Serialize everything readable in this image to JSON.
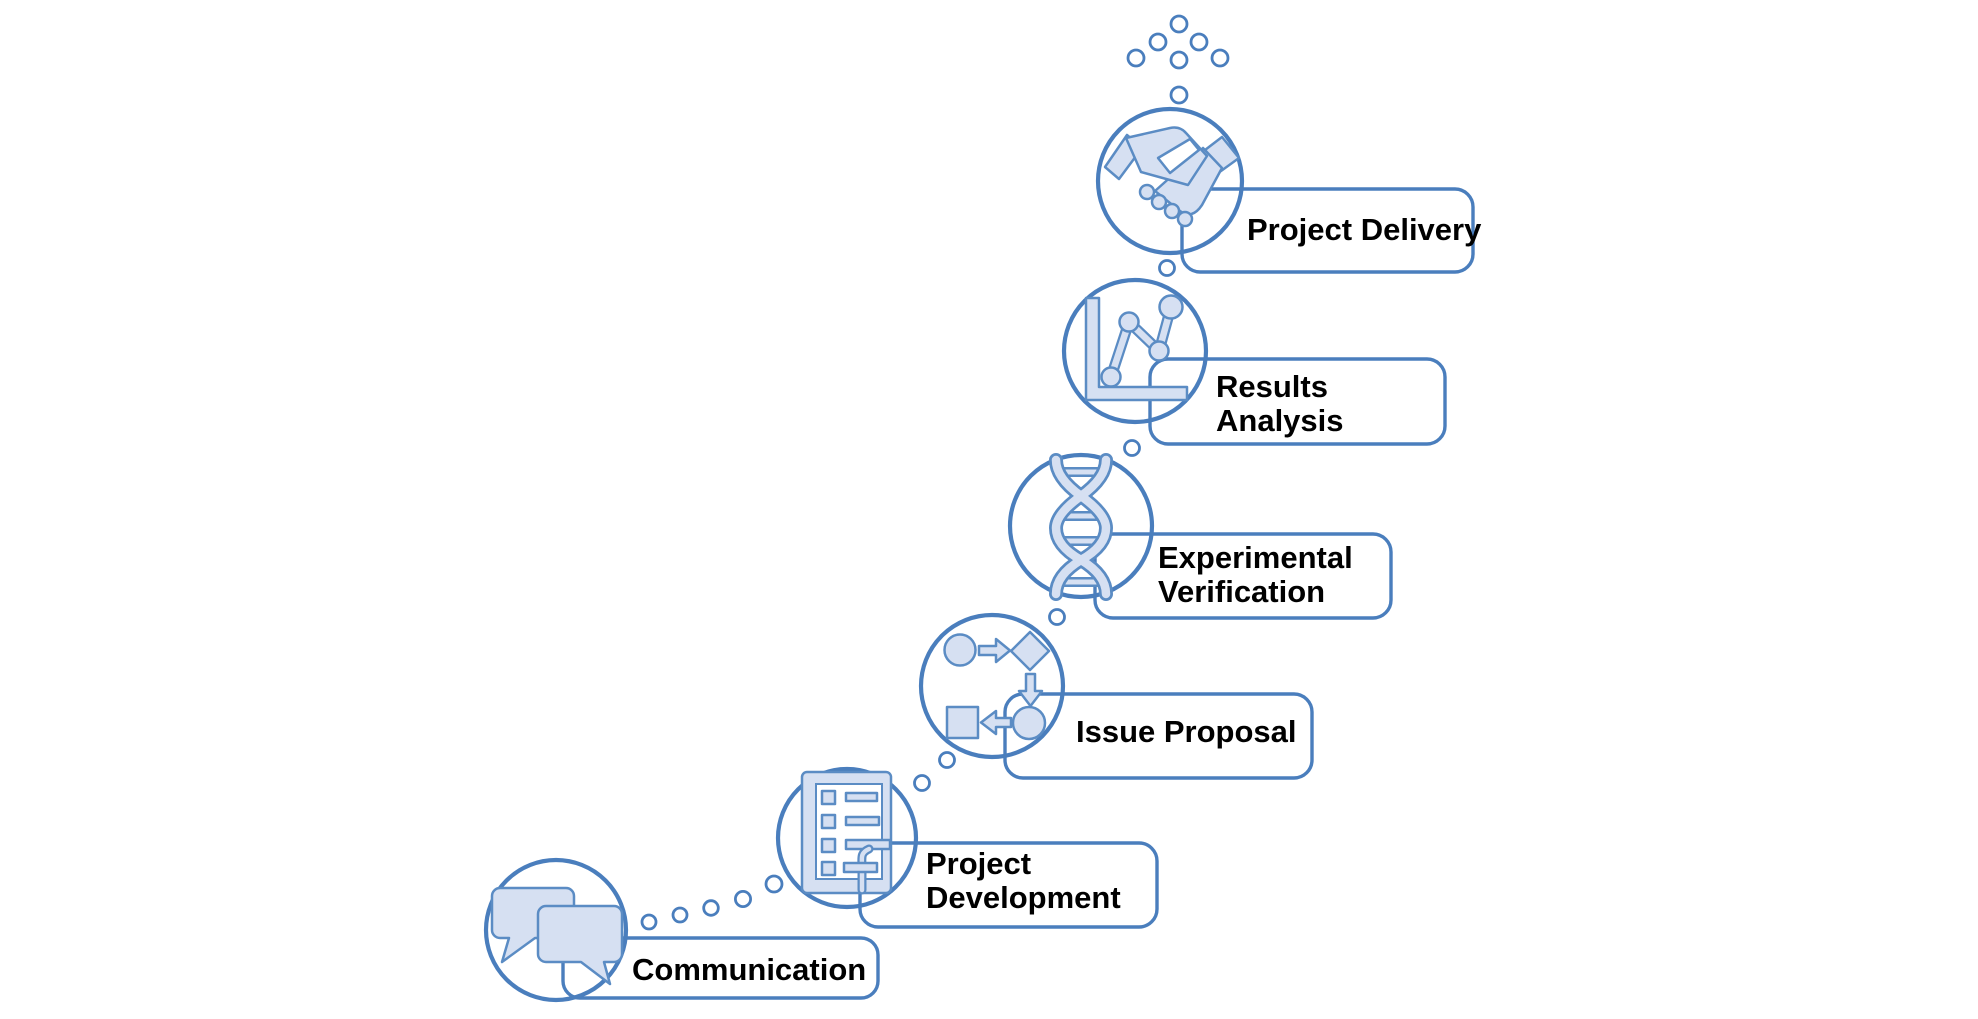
{
  "diagram": {
    "type": "staircase-process-flow",
    "colors": {
      "outline_blue": "#4a7ebd",
      "icon_stroke_blue": "#5b8cc4",
      "icon_fill_blue": "#d6e0f2",
      "text_black": "#000000",
      "background": "#ffffff"
    },
    "steps": [
      {
        "order": 1,
        "id": "communication",
        "label": "Communication",
        "lines": [
          "Communication"
        ],
        "icon": "speech-bubbles-icon"
      },
      {
        "order": 2,
        "id": "project-development",
        "label": "Project Development",
        "lines": [
          "Project",
          "Development"
        ],
        "icon": "checklist-icon"
      },
      {
        "order": 3,
        "id": "issue-proposal",
        "label": "Issue Proposal",
        "lines": [
          "Issue Proposal"
        ],
        "icon": "flowchart-icon"
      },
      {
        "order": 4,
        "id": "experimental-verification",
        "label": "Experimental Verification",
        "lines": [
          "Experimental",
          "Verification"
        ],
        "icon": "dna-helix-icon"
      },
      {
        "order": 5,
        "id": "results-analysis",
        "label": "Results Analysis",
        "lines": [
          "Results",
          "Analysis"
        ],
        "icon": "line-chart-icon"
      },
      {
        "order": 6,
        "id": "project-delivery",
        "label": "Project Delivery",
        "lines": [
          "Project Delivery"
        ],
        "icon": "handshake-icon"
      }
    ]
  }
}
